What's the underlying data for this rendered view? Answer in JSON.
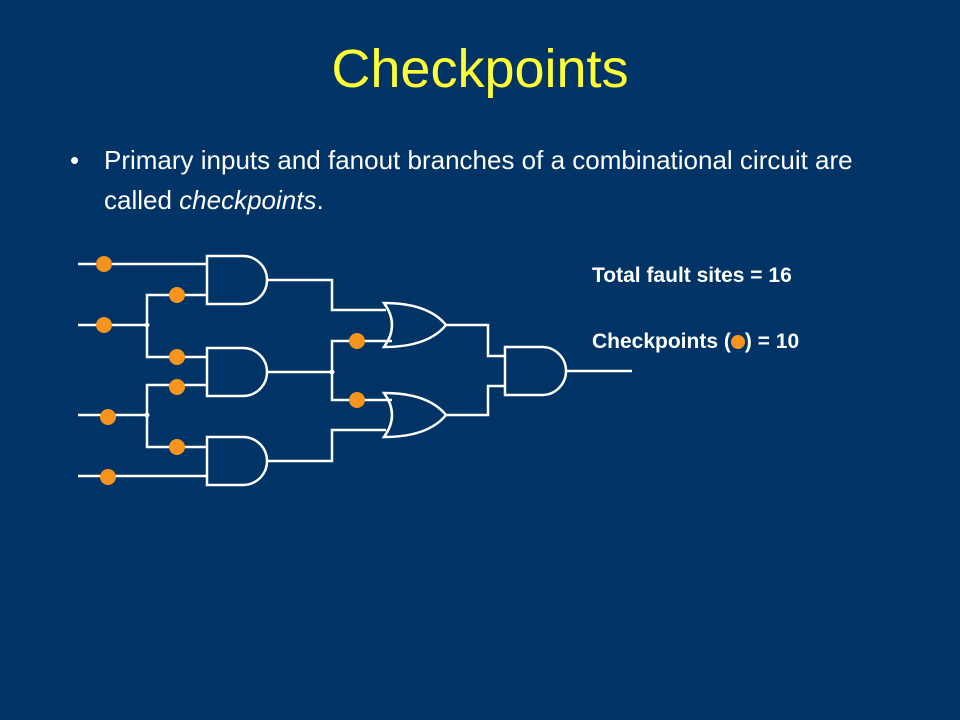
{
  "slide": {
    "title": "Checkpoints",
    "bullet_symbol": "•",
    "bullet_text_before": "Primary inputs and fanout branches of a combinational circuit are called ",
    "bullet_text_emphasis": "checkpoints",
    "bullet_text_after": "."
  },
  "stats": {
    "fault_sites_text": "Total fault sites = 16",
    "checkpoints_prefix": "Checkpoints (",
    "checkpoints_suffix": ") = 10"
  },
  "colors": {
    "background": "#003366",
    "title": "#ffff33",
    "text": "#ffffff",
    "checkpoint": "#f7941d",
    "wire": "#ffffff"
  },
  "diagram": {
    "gates": [
      {
        "id": "and1",
        "type": "and"
      },
      {
        "id": "and2",
        "type": "and"
      },
      {
        "id": "and3",
        "type": "and"
      },
      {
        "id": "or1",
        "type": "or"
      },
      {
        "id": "or2",
        "type": "or"
      },
      {
        "id": "and4",
        "type": "and"
      }
    ],
    "checkpoint_count": 10
  }
}
